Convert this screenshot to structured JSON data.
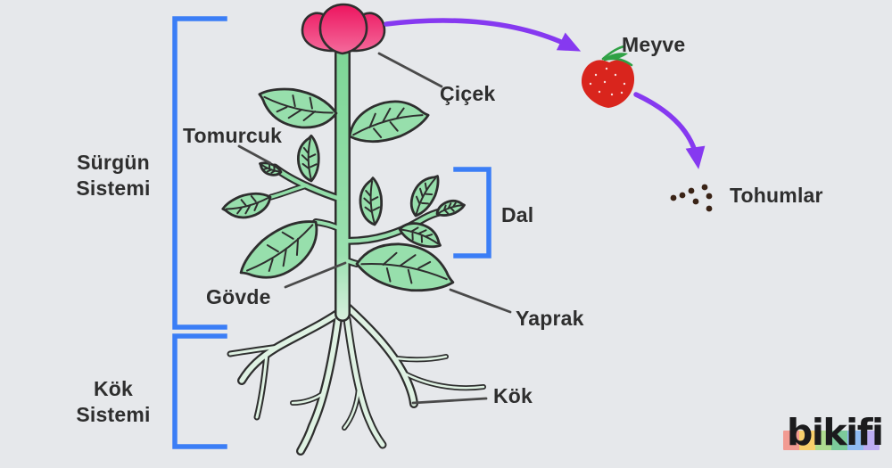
{
  "background_color": "#E6E8EB",
  "diagram": {
    "labels": {
      "surgun_sistemi": {
        "line1": "Sürgün",
        "line2": "Sistemi"
      },
      "kok_sistemi": {
        "line1": "Kök",
        "line2": "Sistemi"
      },
      "tomurcuk": "Tomurcuk",
      "cicek": "Çiçek",
      "dal": "Dal",
      "govde": "Gövde",
      "yaprak": "Yaprak",
      "kok": "Kök",
      "meyve": "Meyve",
      "tohumlar": "Tohumlar"
    },
    "colors": {
      "bracket_blue": "#3B7EF6",
      "arrow_purple": "#8639F0",
      "pointer_gray": "#4A4A4A",
      "leaf_green": "#97DFAC",
      "stem_green": "#87D99E",
      "root_green": "#DFF2E3",
      "outline_dark": "#2E2E2E",
      "flower_pink": "#ED1660",
      "strawberry_red": "#D9251D",
      "seed_brown": "#3A2316",
      "text_dark": "#2E2E2E"
    }
  },
  "logo": {
    "text": "bikifi",
    "band_colors": [
      "#F29B92",
      "#F7CF6B",
      "#AEDC8F",
      "#7CCB9B",
      "#8FBBF2",
      "#BCADF2"
    ]
  }
}
